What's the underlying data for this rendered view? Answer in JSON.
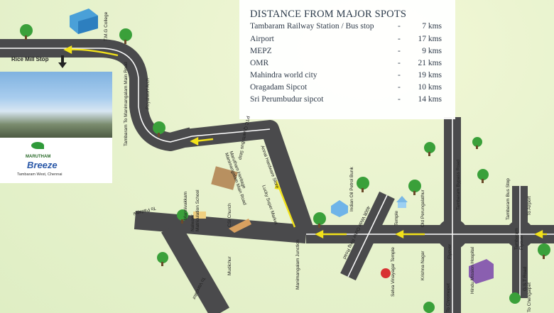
{
  "distances": {
    "title": "DISTANCE FROM MAJOR SPOTS",
    "rows": [
      {
        "place": "Tambaram Railway Station / Bus stop",
        "dash": "-",
        "value": "7 kms"
      },
      {
        "place": "Airport",
        "dash": "-",
        "value": "17 kms"
      },
      {
        "place": "MEPZ",
        "dash": "-",
        "value": "9 kms"
      },
      {
        "place": " OMR",
        "dash": "-",
        "value": "21 kms"
      },
      {
        "place": "Mahindra  world city",
        "dash": "-",
        "value": "19 kms"
      },
      {
        "place": "Oragadam Sipcot",
        "dash": "-",
        "value": "10 kms"
      },
      {
        "place": "Sri Perumbudur sipcot",
        "dash": "-",
        "value": "14 kms"
      }
    ]
  },
  "logo": {
    "name_top": "MARUTHAM",
    "name_main": "Breeze",
    "location": "Tambaram West, Chennai"
  },
  "map_labels": {
    "rice_mill_stop": "Rice Mill Stop",
    "tmg_college": "T.M.G College",
    "tambaram_manimangalam_main_road": "Tambaram To Manimangalam Main Road",
    "royalwort_arch": "Royalwort Arch",
    "ptc_quarts_bus_stop": "PTC Quarts Bus Stop",
    "marutham_heritage_manimangalam_main_road": "Marutham Heritage Manimangalam Main Road",
    "annai_hardware_store": "Annai Hardware Store",
    "lucky_super_market": "Lucky Super Market",
    "csi_church": "CSI Church",
    "nalwaar_matriculation_school": "Nalwaar Matriculation School",
    "mannivakkam": "Mannivakkam",
    "to_padapai": "To Padapai",
    "to_vandalur": "To Vandalur",
    "mudichur": "Mudichur",
    "manimangalam_junction": "Manimangalam Junction",
    "outer_ring_road": "400ft Wide Outer Ring Road",
    "indian_oil_petrol_bunk": "Indian Oil Petrol Bunk",
    "temple": "Temple",
    "old_perungalathur": "Old Perungalathur",
    "selva_vinayagar_temple": "Selva Vinayagar Temple",
    "krishna_nagar": "Krishna Nagar",
    "to_chromepet": "To Chromepet",
    "flyover": "Flyover",
    "tambaram_bypass_road": "Tambaram Bypass Road",
    "hindu_mission_hospital": "Hindu Mission Hospital",
    "gst_road": "G.S.T Road",
    "tambaram_flyover": "Tambaram Flyover",
    "tambaram_bus_stop": "Tambaram Bus Stop",
    "to_airport": "To Airport",
    "to_chengalpet": "To Chengalpet"
  },
  "colors": {
    "road": "#4a4a4c",
    "route_arrow": "#f2e21a",
    "tree": "#3aa03a",
    "background": "#e6f2cc"
  },
  "icons": [
    "tree-icon",
    "building-icon",
    "down-arrow-icon",
    "temple-icon",
    "church-icon",
    "hospital-icon",
    "petrol-pump-icon"
  ]
}
